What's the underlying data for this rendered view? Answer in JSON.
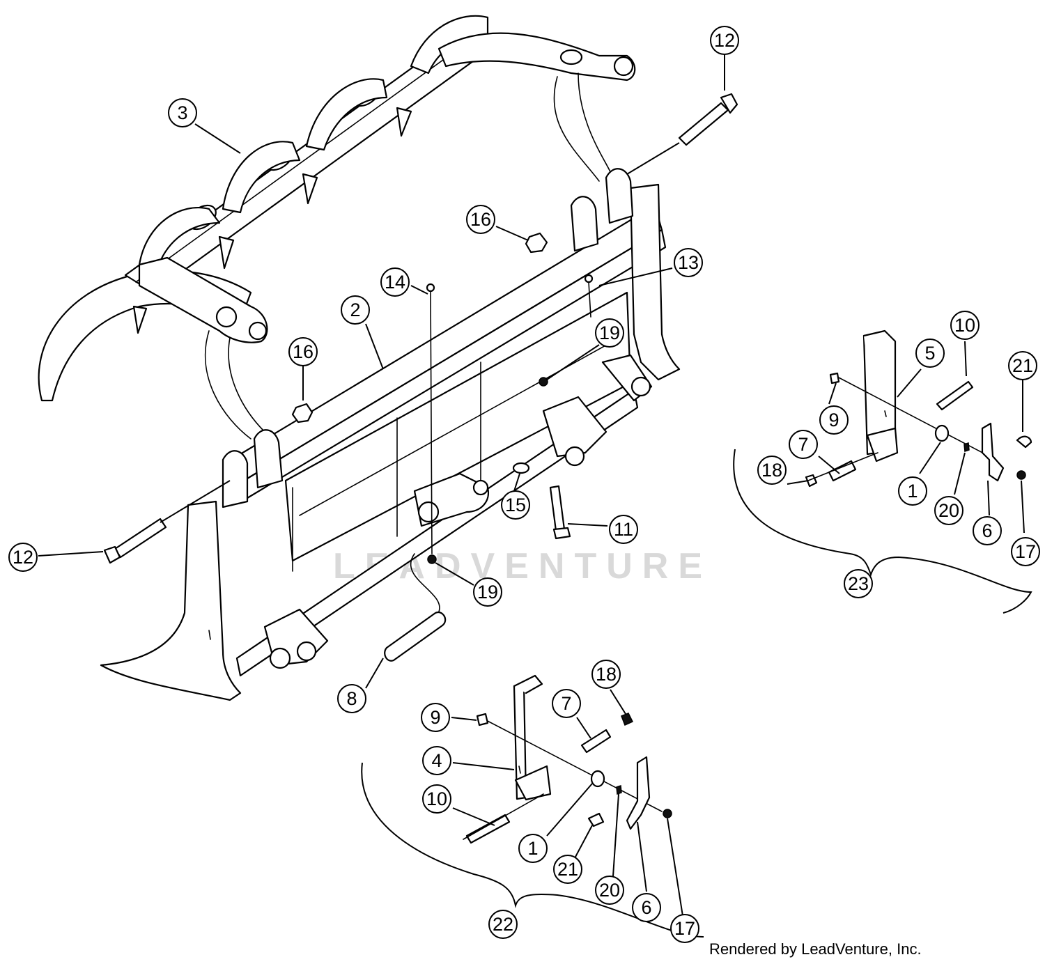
{
  "watermark": "LEADVENTURE",
  "credit": "Rendered by LeadVenture, Inc.",
  "callouts": [
    "12",
    "3",
    "16",
    "14",
    "13",
    "2",
    "19",
    "16",
    "10",
    "5",
    "21",
    "9",
    "7",
    "18",
    "1",
    "20",
    "6",
    "17",
    "15",
    "11",
    "12",
    "19",
    "23",
    "8",
    "18",
    "9",
    "7",
    "4",
    "10",
    "1",
    "21",
    "20",
    "6",
    "17",
    "22"
  ],
  "colors": {
    "line": "#000000",
    "background": "#ffffff",
    "watermark": "#d9d9d9"
  }
}
